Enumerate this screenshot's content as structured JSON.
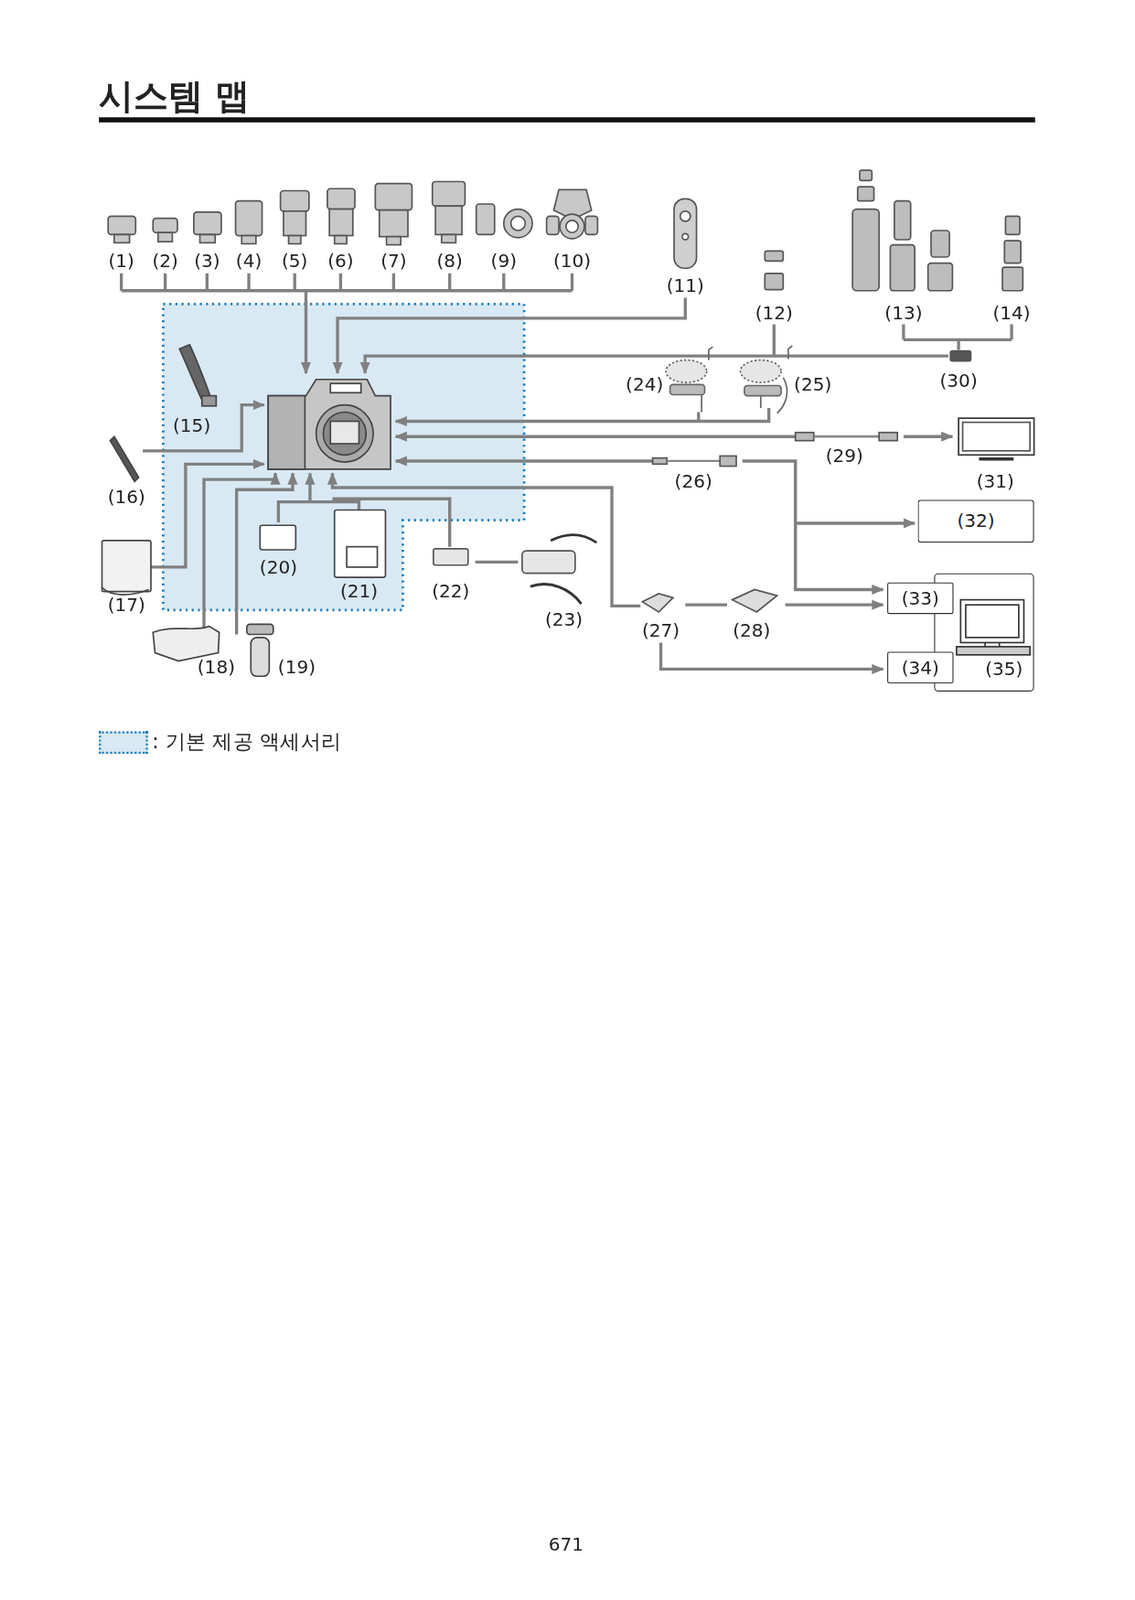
{
  "diagram": {
    "title": "시스템 맵",
    "nodes": [
      {
        "text": [
          "(32)"
        ]
      },
      {
        "text": [
          "(35)"
        ]
      },
      {
        "text": [
          "(33)"
        ],
        "in": 1
      },
      {
        "text": [
          "(34)"
        ],
        "in": 1
      }
    ],
    "labels": [
      "(1)",
      "(2)",
      "(3)",
      "(4)",
      "(5)",
      "(6)",
      "(7)",
      "(8)",
      "(9)",
      "(10)",
      "(11)",
      "(12)",
      "(13)",
      "(14)",
      "(30)",
      "(24)",
      "(25)",
      "(15)",
      "(29)",
      "(16)",
      "(26)",
      "(31)",
      "(20)",
      "(17)",
      "(21)",
      "(22)",
      "(23)",
      "(27)",
      "(28)",
      "(18)",
      "(19)",
      "671"
    ],
    "legend": [
      {
        "text": ": 기본 제공 액세서리",
        "color": "#d9e9f3"
      }
    ]
  }
}
